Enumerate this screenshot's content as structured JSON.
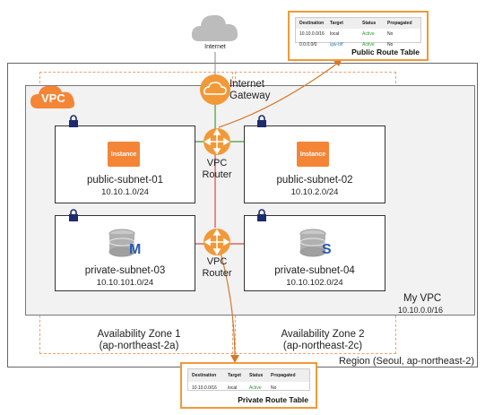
{
  "internet": {
    "label": "Internet"
  },
  "gateway": {
    "label_line1": "Internet",
    "label_line2": "Gateway"
  },
  "vpc": {
    "badge": "VPC",
    "name": "My VPC",
    "cidr": "10.10.0.0/16"
  },
  "routers": [
    {
      "line1": "VPC",
      "line2": "Router"
    },
    {
      "line1": "VPC",
      "line2": "Router"
    }
  ],
  "subnets": [
    {
      "name": "public-subnet-01",
      "cidr": "10.10.1.0/24",
      "icon": "Instance"
    },
    {
      "name": "public-subnet-02",
      "cidr": "10.10.2.0/24",
      "icon": "Instance"
    },
    {
      "name": "private-subnet-03",
      "cidr": "10.10.101.0/24",
      "db_letter": "M"
    },
    {
      "name": "private-subnet-04",
      "cidr": "10.10.102.0/24",
      "db_letter": "S"
    }
  ],
  "availability_zones": [
    {
      "line1": "Availability Zone 1",
      "line2": "(ap-northeast-2a)"
    },
    {
      "line1": "Availability Zone 2",
      "line2": "(ap-northeast-2c)"
    }
  ],
  "region": {
    "label": "Region (Seoul, ap-northeast-2)"
  },
  "public_route_table": {
    "title": "Public Route Table",
    "headers": [
      "Destination",
      "Target",
      "Status",
      "Propagated"
    ],
    "rows": [
      [
        "10.10.0.0/16",
        "local",
        "Active",
        "No"
      ],
      [
        "0.0.0.0/0",
        "igw-bff",
        "Active",
        "No"
      ]
    ]
  },
  "private_route_table": {
    "title": "Private Route Table",
    "headers": [
      "Destination",
      "Target",
      "Status",
      "Propagated"
    ],
    "rows": [
      [
        "10.10.0.0/16",
        "local",
        "Active",
        "No"
      ]
    ]
  },
  "colors": {
    "orange": "#f58536",
    "router": "#f19938",
    "green_line": "#4a9a3c",
    "red_line": "#d44a4a",
    "route_line": "#d4782a",
    "active": "#2a9a2a"
  }
}
